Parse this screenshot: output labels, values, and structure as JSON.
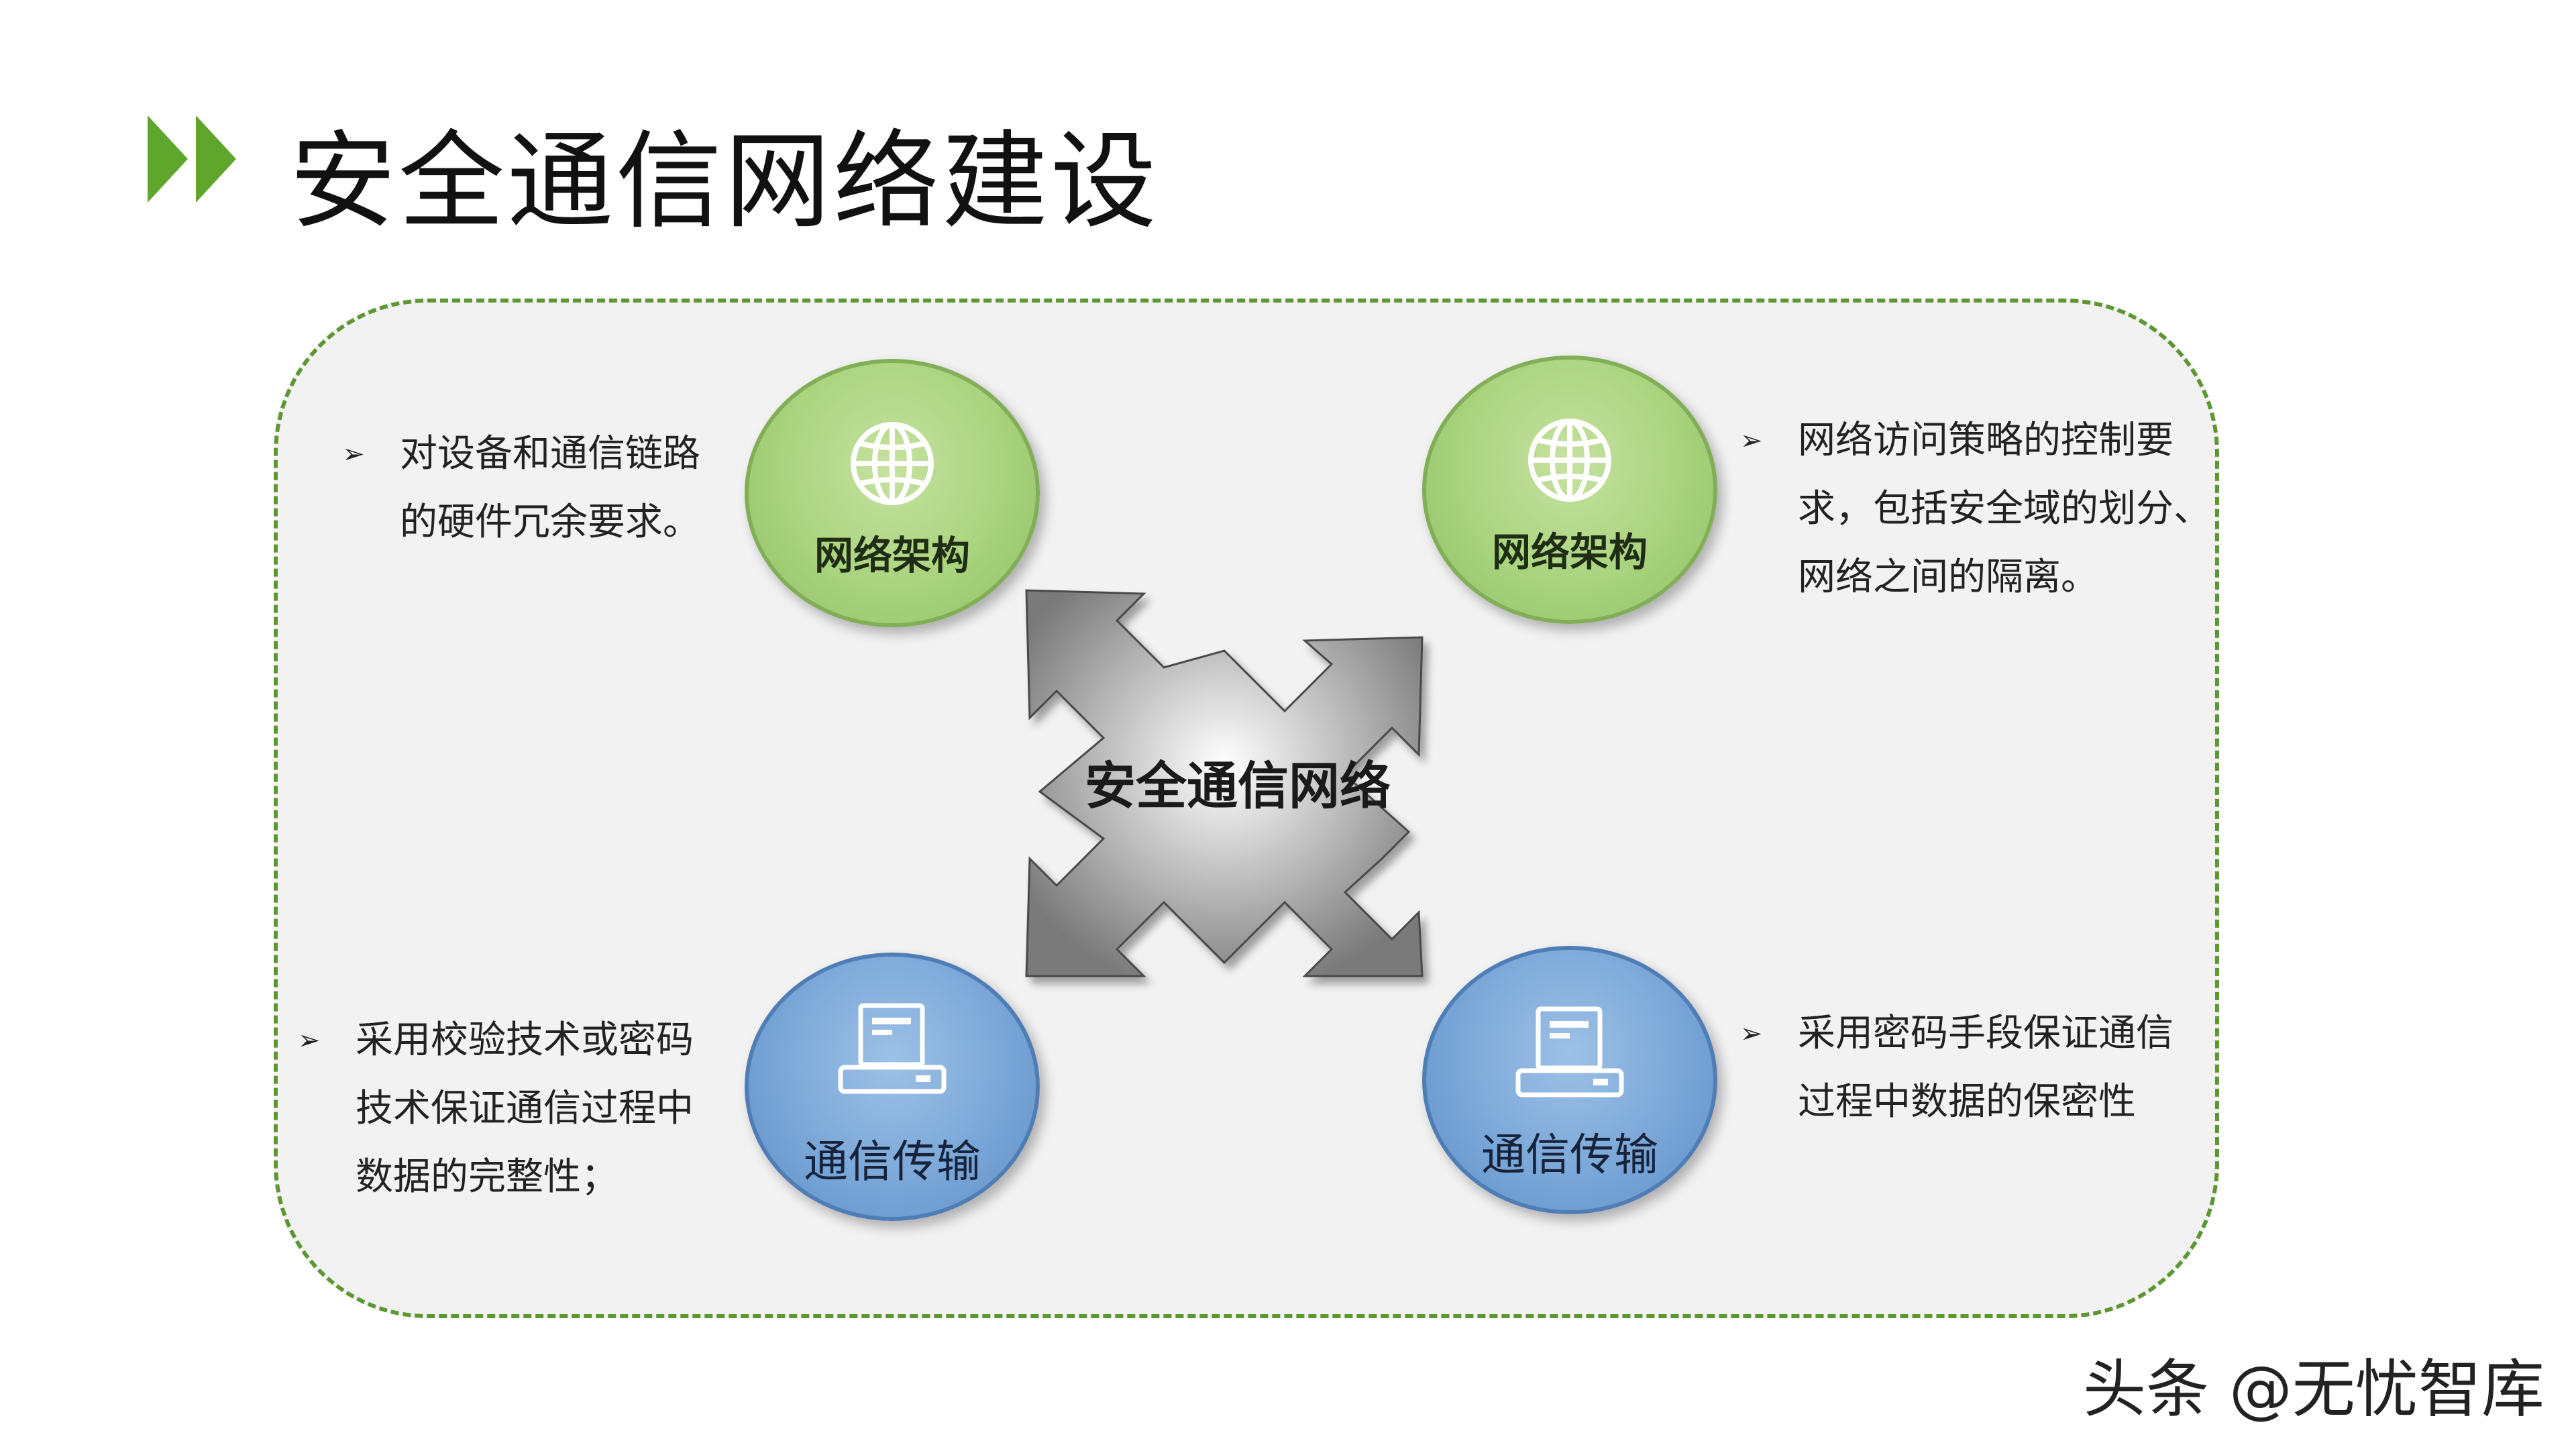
{
  "title": "安全通信网络建设",
  "center": {
    "label": "安全通信网络"
  },
  "nodes": [
    {
      "label": "网络架构",
      "icon": "globe-icon",
      "color": "#a9d37e"
    },
    {
      "label": "网络架构",
      "icon": "globe-icon",
      "color": "#a9d37e"
    },
    {
      "label": "通信传输",
      "icon": "computer-terminal-icon",
      "color": "#7aa7d8"
    },
    {
      "label": "通信传输",
      "icon": "computer-terminal-icon",
      "color": "#7aa7d8"
    }
  ],
  "notes": [
    {
      "marker": "➢",
      "lines": [
        "对设备和通信链路",
        "的硬件冗余要求。"
      ]
    },
    {
      "marker": "➢",
      "lines": [
        "网络访问策略的控制要",
        "求，包括安全域的划分、",
        "网络之间的隔离。"
      ]
    },
    {
      "marker": "➢",
      "lines": [
        "采用校验技术或密码",
        "技术保证通信过程中",
        "数据的完整性；"
      ]
    },
    {
      "marker": "➢",
      "lines": [
        "采用密码手段保证通信",
        "过程中数据的保密性"
      ]
    }
  ],
  "watermark": "头条 @无忧智库",
  "colors": {
    "accent_green": "#5d9732",
    "border_dash": "#5d9732",
    "panel_bg": "#f2f2f2"
  }
}
